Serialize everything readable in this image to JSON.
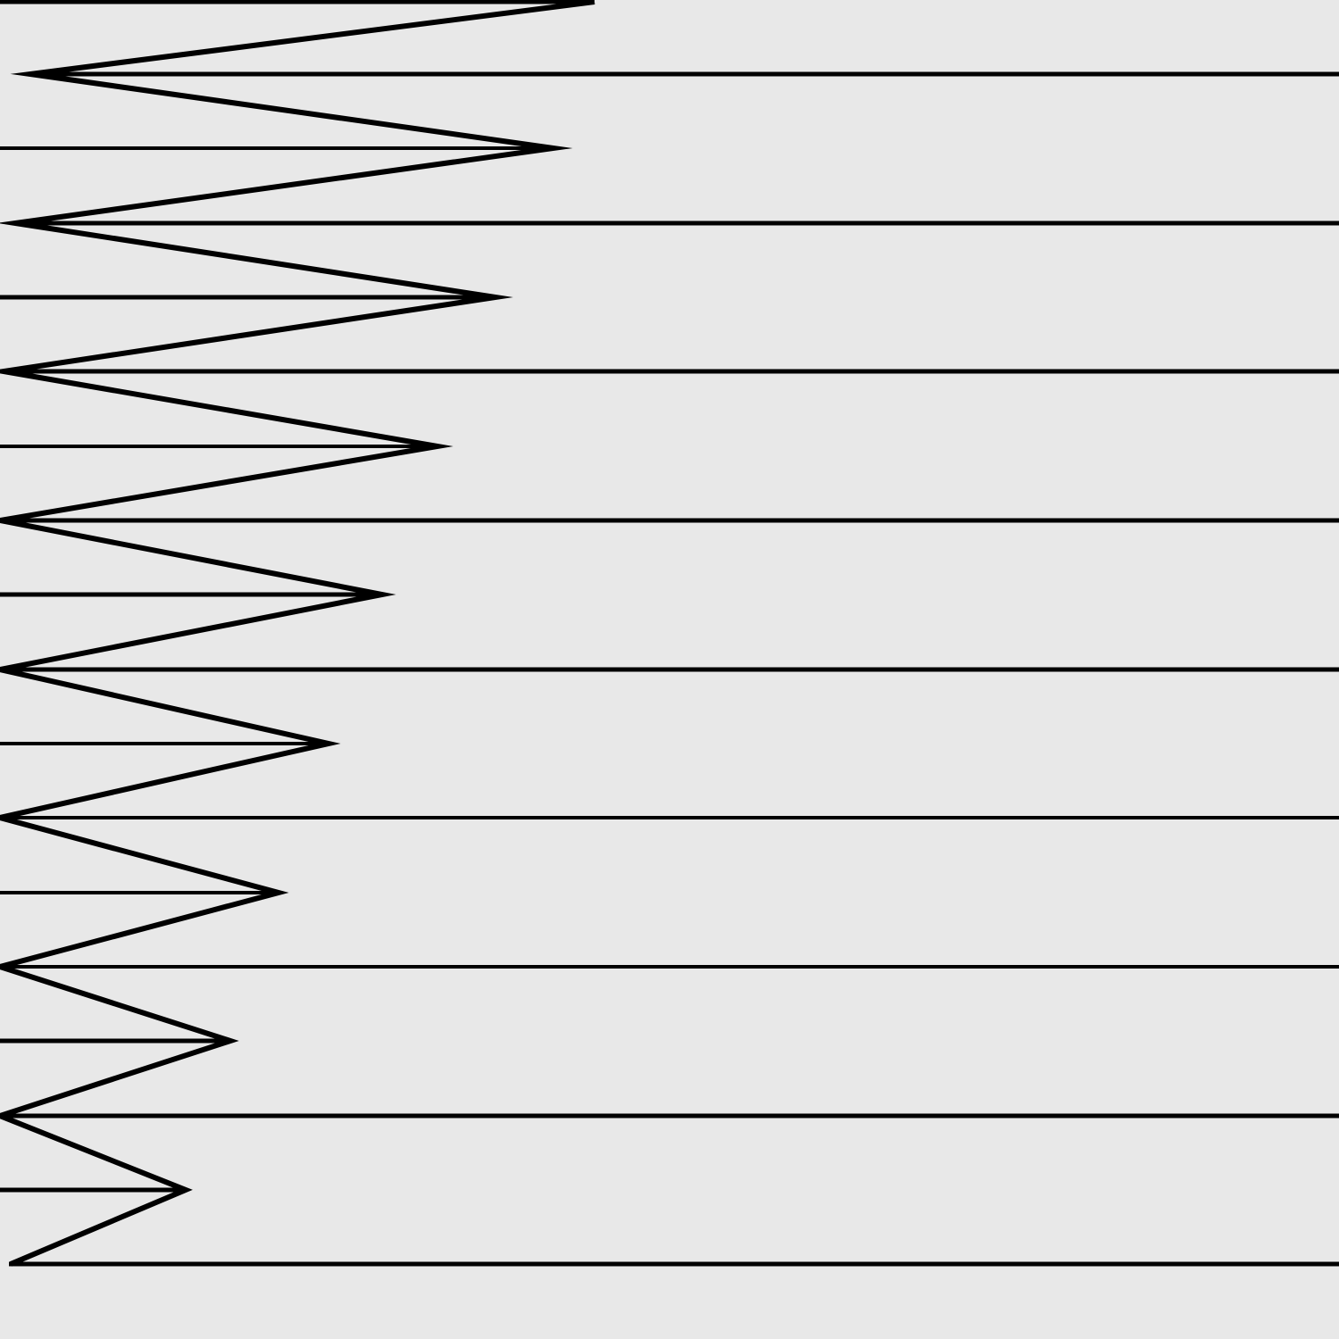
{
  "colors": {
    "background": "#e8e8e8",
    "stroke": "#000000"
  },
  "figure": {
    "kind": "zigzag line drawing",
    "horizontal_line_count": 18,
    "zigzag_vertex_count": 18,
    "has_text": false
  }
}
